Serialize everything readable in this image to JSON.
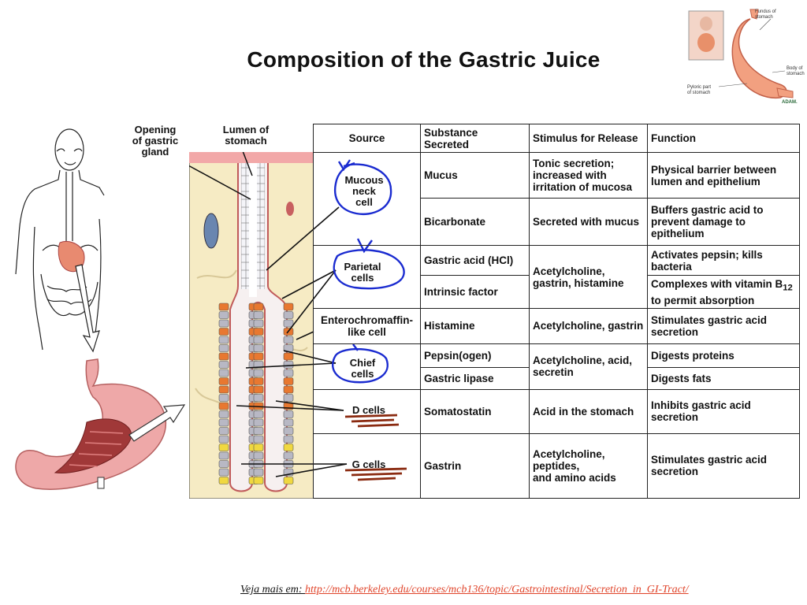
{
  "title": "Composition of the Gastric Juice",
  "labels": {
    "opening": [
      "Opening",
      "of gastric",
      "gland"
    ],
    "lumen": [
      "Lumen of",
      "stomach"
    ],
    "mucous": [
      "Mucous",
      "neck",
      "cell"
    ],
    "parietal": [
      "Parietal",
      "cells"
    ],
    "chief": [
      "Chief",
      "cells"
    ],
    "d_cells": "D cells",
    "g_cells": "G cells"
  },
  "thumbnail": {
    "fundus": [
      "Fundus of",
      "stomach"
    ],
    "body": [
      "Body of",
      "stomach"
    ],
    "pyloric": [
      "Pyloric part",
      "of stomach"
    ],
    "brand": "ADAM."
  },
  "table": {
    "headers": [
      "Source",
      "Substance Secreted",
      "Stimulus for Release",
      "Function"
    ],
    "sources": {
      "enterochromaffin": [
        "Enterochromaffin-",
        "like cell"
      ]
    },
    "rows": {
      "mucus": {
        "substance": "Mucus",
        "stimulus": "Tonic secretion; increased with irritation of mucosa",
        "function": "Physical barrier between lumen and epithelium"
      },
      "bicarbonate": {
        "substance": "Bicarbonate",
        "stimulus": "Secreted with mucus",
        "function": "Buffers gastric acid to prevent damage to epithelium"
      },
      "hcl": {
        "substance": "Gastric acid (HCl)",
        "function": "Activates pepsin; kills bacteria"
      },
      "intrinsic": {
        "substance": "Intrinsic factor",
        "function_pre": "Complexes with vitamin B",
        "function_sub": "12",
        "function_post": " to permit absorption"
      },
      "parietal_stimulus": "Acetylcholine, gastrin, histamine",
      "histamine": {
        "substance": "Histamine",
        "stimulus": "Acetylcholine, gastrin",
        "function": "Stimulates gastric acid secretion"
      },
      "pepsin": {
        "substance": "Pepsin(ogen)",
        "function": "Digests proteins"
      },
      "lipase": {
        "substance": "Gastric lipase",
        "function": "Digests fats"
      },
      "chief_stimulus": "Acetylcholine, acid, secretin",
      "somatostatin": {
        "substance": "Somatostatin",
        "stimulus": "Acid in the stomach",
        "function": "Inhibits gastric acid secretion"
      },
      "gastrin": {
        "substance": "Gastrin",
        "stimulus_lines": [
          "Acetylcholine,",
          "peptides,",
          "and amino acids"
        ],
        "function": "Stimulates gastric acid secretion"
      }
    }
  },
  "footer": {
    "prefix": "Veja mais em: ",
    "link": "http://mcb.berkeley.edu/courses/mcb136/topic/Gastrointestinal/Secretion_in_GI-Tract/"
  },
  "colors": {
    "gland_bg": "#f6ebc4",
    "gland_border": "#c05a5a",
    "cell_orange": "#e87830",
    "cell_grey": "#b8b8c4",
    "cell_yellow": "#f0d840",
    "marker_blue": "#1a2bd0",
    "marker_brown": "#8a2a10",
    "stomach_pink": "#e8a0a0",
    "footer_link": "#e0442a"
  }
}
